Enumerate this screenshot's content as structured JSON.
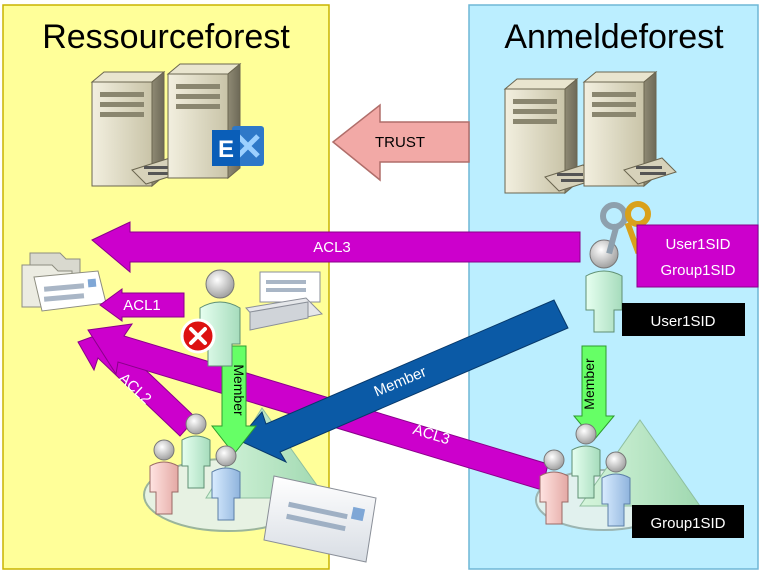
{
  "forests": {
    "left_title": "Ressourceforest",
    "right_title": "Anmeldeforest"
  },
  "labels": {
    "trust": "TRUST",
    "acl1": "ACL1",
    "acl2": "ACL2",
    "acl3_top": "ACL3",
    "acl3_bottom": "ACL3",
    "member_blue": "Member",
    "member_left": "Member",
    "member_right": "Member"
  },
  "token": {
    "line1": "User1SID",
    "line2": "Group1SID"
  },
  "tags": {
    "user": "User1SID",
    "group": "Group1SID"
  },
  "colors": {
    "left_forest": "#ffff99",
    "right_forest": "#bbeeff",
    "acl_arrow": "#cc00cc",
    "member_blue": "#0b5aa6",
    "member_green": "#66ff66",
    "trust_arrow": "#f2a9a6",
    "deny": "#dd1111"
  },
  "icons": [
    "server-icon",
    "exchange-icon",
    "mailbox-folder-icon",
    "keys-icon",
    "user-icon",
    "group-icon",
    "envelope-icon",
    "deny-icon"
  ]
}
